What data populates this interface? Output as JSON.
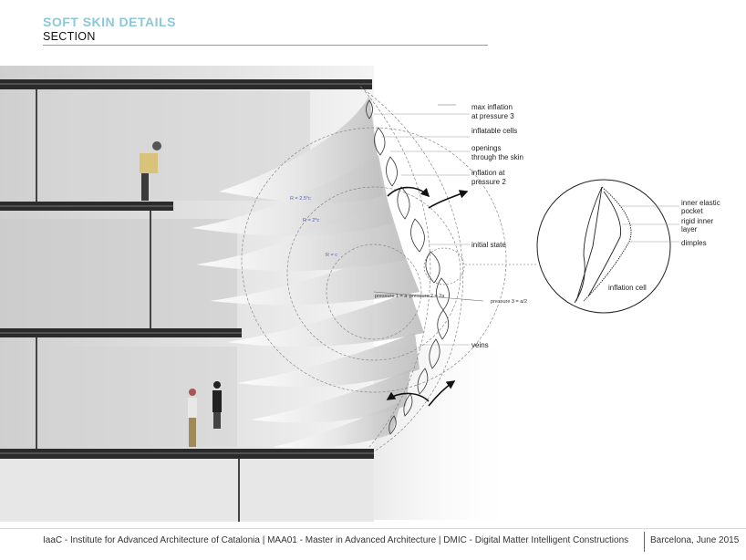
{
  "header": {
    "title": "SOFT SKIN DETAILS",
    "subtitle": "SECTION"
  },
  "annotations": {
    "max_inflation_1": "max inflation",
    "max_inflation_2": "at pressure 3",
    "inflatable_cells": "inflatable cells",
    "openings_1": "openings",
    "openings_2": "through the skin",
    "inflation_at_1": "inflation at",
    "inflation_at_2": "pressure 2",
    "initial_state": "initial state",
    "veins": "veins",
    "inner_elastic_1": "inner elastic",
    "inner_elastic_2": "pocket",
    "rigid_inner_1": "rigid inner",
    "rigid_inner_2": "layer",
    "dimples": "dimples",
    "inflation_cell": "inflation cell"
  },
  "radius_labels": {
    "r1": "R = 2.5*c",
    "r2": "R = 2*c",
    "r3": "R = c"
  },
  "pressure_labels": {
    "p1": "pressure 1 = a",
    "p2": "pressure 2 = 2a",
    "p3": "pressure 3 = a/2"
  },
  "footer": {
    "left": "IaaC - Institute for Advanced Architecture of Catalonia | MAA01 - Master in Advanced Architecture | DMIC - Digital Matter Intelligent Constructions",
    "right": "Barcelona, June 2015"
  },
  "colors": {
    "title": "#8cc8d8",
    "slab": "#2b2b2b",
    "annotation_text": "#222222",
    "radius_text": "#5566aa"
  }
}
